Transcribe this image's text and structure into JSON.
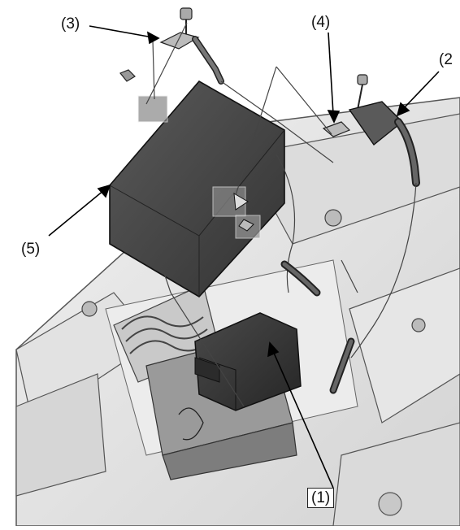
{
  "figure": {
    "callouts": [
      {
        "id": "1",
        "label": "(1)"
      },
      {
        "id": "2",
        "label": "(2"
      },
      {
        "id": "3",
        "label": "(3)"
      },
      {
        "id": "4",
        "label": "(4)"
      },
      {
        "id": "5",
        "label": "(5)"
      }
    ],
    "colors": {
      "panel": "#e8e8e8",
      "panel_shade": "#cfcfcf",
      "line": "#333333",
      "dark_part": "#3a3a3a",
      "battery": "#444444",
      "background": "#ffffff"
    }
  }
}
